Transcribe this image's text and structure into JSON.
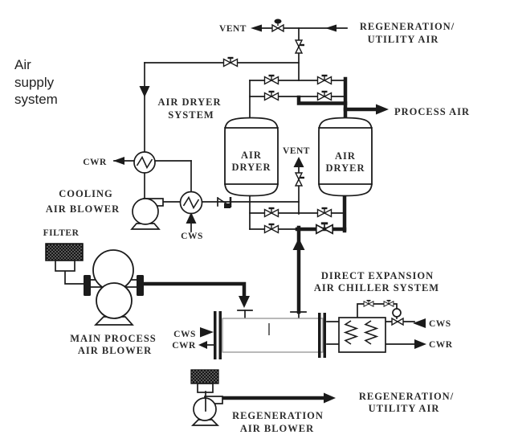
{
  "diagram": {
    "title_lines": [
      "Air",
      "supply",
      "system"
    ],
    "colors": {
      "line": "#1b1b1b",
      "label_text": "#2b2b2b",
      "vessel_outline": "#9b9b9b",
      "background": "#ffffff"
    },
    "streams": {
      "vent_top": "VENT",
      "regen_utility_top": [
        "REGENERATION/",
        "UTILITY AIR"
      ],
      "process_air": "PROCESS AIR",
      "vent_middle": "VENT",
      "cwr_aftercooler": "CWR",
      "cws_aftercooler": "CWS",
      "cws_vessel": "CWS",
      "cwr_vessel": "CWR",
      "cws_chiller": "CWS",
      "cwr_chiller": "CWR",
      "regen_utility_bottom": [
        "REGENERATION/",
        "UTILITY AIR"
      ]
    },
    "equipment": {
      "air_dryer_system": [
        "AIR DRYER",
        "SYSTEM"
      ],
      "cooling_air_blower": [
        "COOLING",
        "AIR BLOWER"
      ],
      "filter": "FILTER",
      "dryer_left": [
        "AIR",
        "DRYER"
      ],
      "dryer_right": [
        "AIR",
        "DRYER"
      ],
      "main_process_air_blower": [
        "MAIN PROCESS",
        "AIR BLOWER"
      ],
      "direct_expansion_chiller": [
        "DIRECT EXPANSION",
        "AIR CHILLER SYSTEM"
      ],
      "regeneration_air_blower": [
        "REGENERATION",
        "AIR BLOWER"
      ]
    }
  }
}
